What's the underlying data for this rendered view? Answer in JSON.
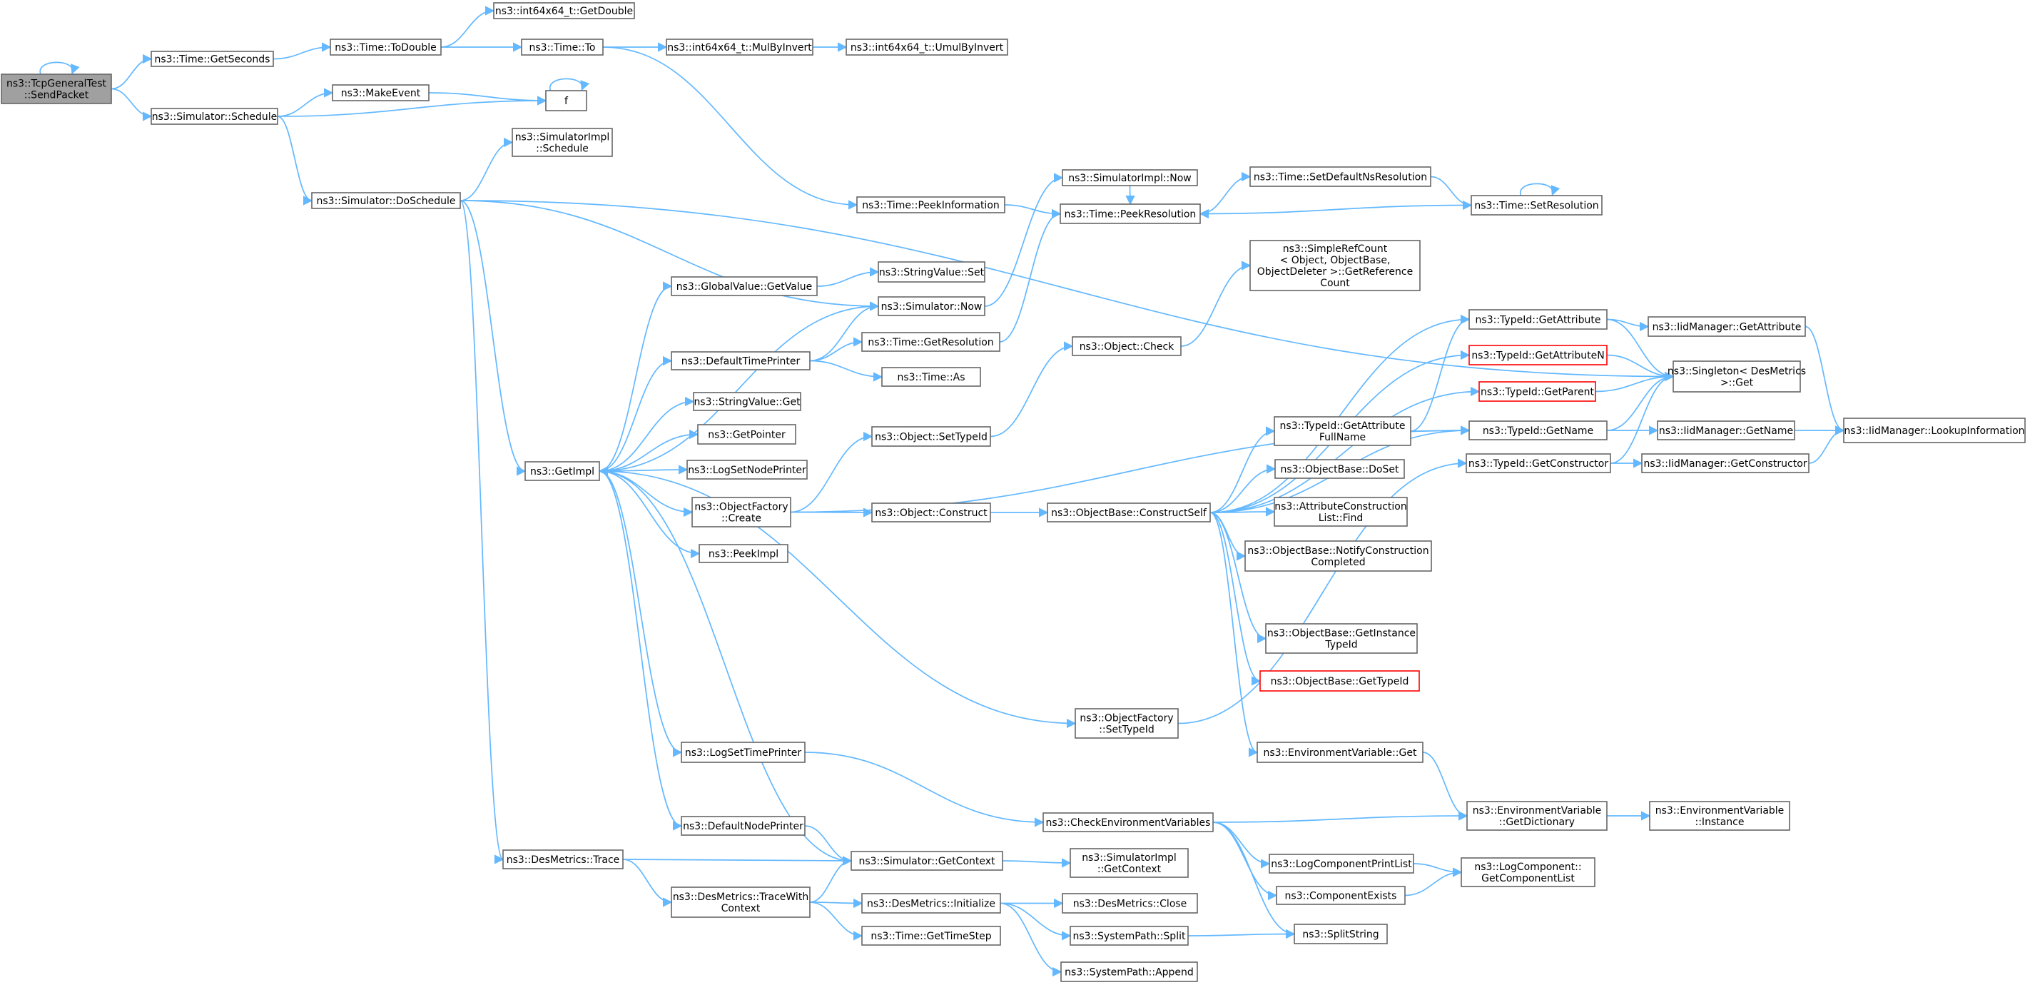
{
  "colors": {
    "edge": "#63b8ff",
    "node_border": "#666666",
    "root_fill": "#a0a0a0",
    "missing_border": "#ff0000"
  },
  "nodes": [
    {
      "id": "root",
      "lines": [
        "ns3::TcpGeneralTest",
        "::SendPacket"
      ],
      "style": "root"
    },
    {
      "id": "getseconds",
      "lines": [
        "ns3::Time::GetSeconds"
      ]
    },
    {
      "id": "schedule",
      "lines": [
        "ns3::Simulator::Schedule"
      ]
    },
    {
      "id": "todouble",
      "lines": [
        "ns3::Time::ToDouble"
      ]
    },
    {
      "id": "getdouble",
      "lines": [
        "ns3::int64x64_t::GetDouble"
      ]
    },
    {
      "id": "to",
      "lines": [
        "ns3::Time::To"
      ]
    },
    {
      "id": "mulbyinvert",
      "lines": [
        "ns3::int64x64_t::MulByInvert"
      ]
    },
    {
      "id": "umulbyinvert",
      "lines": [
        "ns3::int64x64_t::UmulByInvert"
      ]
    },
    {
      "id": "makeevent",
      "lines": [
        "ns3::MakeEvent"
      ]
    },
    {
      "id": "f",
      "lines": [
        "f"
      ]
    },
    {
      "id": "implschedule",
      "lines": [
        "ns3::SimulatorImpl",
        "::Schedule"
      ]
    },
    {
      "id": "doschedule",
      "lines": [
        "ns3::Simulator::DoSchedule"
      ]
    },
    {
      "id": "peekinfo",
      "lines": [
        "ns3::Time::PeekInformation"
      ]
    },
    {
      "id": "implnow",
      "lines": [
        "ns3::SimulatorImpl::Now"
      ]
    },
    {
      "id": "peekres",
      "lines": [
        "ns3::Time::PeekResolution"
      ]
    },
    {
      "id": "setdefaultns",
      "lines": [
        "ns3::Time::SetDefaultNsResolution"
      ]
    },
    {
      "id": "setres",
      "lines": [
        "ns3::Time::SetResolution"
      ]
    },
    {
      "id": "getrefcount",
      "lines": [
        "ns3::SimpleRefCount",
        "< Object, ObjectBase,",
        "ObjectDeleter >::GetReference",
        "Count"
      ]
    },
    {
      "id": "gvgetvalue",
      "lines": [
        "ns3::GlobalValue::GetValue"
      ]
    },
    {
      "id": "svset",
      "lines": [
        "ns3::StringValue::Set"
      ]
    },
    {
      "id": "simnow",
      "lines": [
        "ns3::Simulator::Now"
      ]
    },
    {
      "id": "dtp",
      "lines": [
        "ns3::DefaultTimePrinter"
      ]
    },
    {
      "id": "getresolution",
      "lines": [
        "ns3::Time::GetResolution"
      ]
    },
    {
      "id": "timeas",
      "lines": [
        "ns3::Time::As"
      ]
    },
    {
      "id": "objcheck",
      "lines": [
        "ns3::Object::Check"
      ]
    },
    {
      "id": "svget",
      "lines": [
        "ns3::StringValue::Get"
      ]
    },
    {
      "id": "getpointer",
      "lines": [
        "ns3::GetPointer"
      ]
    },
    {
      "id": "getimpl",
      "lines": [
        "ns3::GetImpl"
      ]
    },
    {
      "id": "lognodeprinter",
      "lines": [
        "ns3::LogSetNodePrinter"
      ]
    },
    {
      "id": "ofcreate",
      "lines": [
        "ns3::ObjectFactory",
        "::Create"
      ]
    },
    {
      "id": "peekimpl",
      "lines": [
        "ns3::PeekImpl"
      ]
    },
    {
      "id": "objsettypeid",
      "lines": [
        "ns3::Object::SetTypeId"
      ]
    },
    {
      "id": "objconstruct",
      "lines": [
        "ns3::Object::Construct"
      ]
    },
    {
      "id": "constructself",
      "lines": [
        "ns3::ObjectBase::ConstructSelf"
      ]
    },
    {
      "id": "tgetattribute",
      "lines": [
        "ns3::TypeId::GetAttribute"
      ]
    },
    {
      "id": "tgetattributen",
      "lines": [
        "ns3::TypeId::GetAttributeN"
      ],
      "style": "red"
    },
    {
      "id": "tgetparent",
      "lines": [
        "ns3::TypeId::GetParent"
      ],
      "style": "red"
    },
    {
      "id": "tgetattrfull",
      "lines": [
        "ns3::TypeId::GetAttribute",
        "FullName"
      ]
    },
    {
      "id": "tgetname",
      "lines": [
        "ns3::TypeId::GetName"
      ]
    },
    {
      "id": "tgetconstructor",
      "lines": [
        "ns3::TypeId::GetConstructor"
      ]
    },
    {
      "id": "iidgetattribute",
      "lines": [
        "ns3::IidManager::GetAttribute"
      ]
    },
    {
      "id": "singleton",
      "lines": [
        "ns3::Singleton< DesMetrics",
        ">::Get"
      ]
    },
    {
      "id": "iidgetname",
      "lines": [
        "ns3::IidManager::GetName"
      ]
    },
    {
      "id": "iidlookup",
      "lines": [
        "ns3::IidManager::LookupInformation"
      ]
    },
    {
      "id": "iidgetconstructor",
      "lines": [
        "ns3::IidManager::GetConstructor"
      ]
    },
    {
      "id": "obdoset",
      "lines": [
        "ns3::ObjectBase::DoSet"
      ]
    },
    {
      "id": "aclfind",
      "lines": [
        "ns3::AttributeConstruction",
        "List::Find"
      ]
    },
    {
      "id": "obnotify",
      "lines": [
        "ns3::ObjectBase::NotifyConstruction",
        "Completed"
      ]
    },
    {
      "id": "obgetinstance",
      "lines": [
        "ns3::ObjectBase::GetInstance",
        "TypeId"
      ]
    },
    {
      "id": "obgettypeid",
      "lines": [
        "ns3::ObjectBase::GetTypeId"
      ],
      "style": "red"
    },
    {
      "id": "ofsettypeid",
      "lines": [
        "ns3::ObjectFactory",
        "::SetTypeId"
      ]
    },
    {
      "id": "envget",
      "lines": [
        "ns3::EnvironmentVariable::Get"
      ]
    },
    {
      "id": "logsettimeprinter",
      "lines": [
        "ns3::LogSetTimePrinter"
      ]
    },
    {
      "id": "checkenv",
      "lines": [
        "ns3::CheckEnvironmentVariables"
      ]
    },
    {
      "id": "envdict",
      "lines": [
        "ns3::EnvironmentVariable",
        "::GetDictionary"
      ]
    },
    {
      "id": "envinstance",
      "lines": [
        "ns3::EnvironmentVariable",
        "::Instance"
      ]
    },
    {
      "id": "dnp",
      "lines": [
        "ns3::DefaultNodePrinter"
      ]
    },
    {
      "id": "dmtrace",
      "lines": [
        "ns3::DesMetrics::Trace"
      ]
    },
    {
      "id": "getcontext",
      "lines": [
        "ns3::Simulator::GetContext"
      ]
    },
    {
      "id": "implgetcontext",
      "lines": [
        "ns3::SimulatorImpl",
        "::GetContext"
      ]
    },
    {
      "id": "lcpl",
      "lines": [
        "ns3::LogComponentPrintList"
      ]
    },
    {
      "id": "lcgetlist",
      "lines": [
        "ns3::LogComponent::",
        "GetComponentList"
      ]
    },
    {
      "id": "compexists",
      "lines": [
        "ns3::ComponentExists"
      ]
    },
    {
      "id": "dmtracewith",
      "lines": [
        "ns3::DesMetrics::TraceWith",
        "Context"
      ]
    },
    {
      "id": "dminit",
      "lines": [
        "ns3::DesMetrics::Initialize"
      ]
    },
    {
      "id": "dmclose",
      "lines": [
        "ns3::DesMetrics::Close"
      ]
    },
    {
      "id": "gettimestep",
      "lines": [
        "ns3::Time::GetTimeStep"
      ]
    },
    {
      "id": "spsplit",
      "lines": [
        "ns3::SystemPath::Split"
      ]
    },
    {
      "id": "splitstring",
      "lines": [
        "ns3::SplitString"
      ]
    },
    {
      "id": "spappend",
      "lines": [
        "ns3::SystemPath::Append"
      ]
    }
  ],
  "edges": [
    [
      "root",
      "root"
    ],
    [
      "root",
      "getseconds"
    ],
    [
      "root",
      "schedule"
    ],
    [
      "getseconds",
      "todouble"
    ],
    [
      "todouble",
      "getdouble"
    ],
    [
      "todouble",
      "to"
    ],
    [
      "to",
      "mulbyinvert"
    ],
    [
      "mulbyinvert",
      "umulbyinvert"
    ],
    [
      "to",
      "peekinfo"
    ],
    [
      "schedule",
      "makeevent"
    ],
    [
      "schedule",
      "f"
    ],
    [
      "makeevent",
      "f"
    ],
    [
      "f",
      "f"
    ],
    [
      "schedule",
      "doschedule"
    ],
    [
      "doschedule",
      "implschedule"
    ],
    [
      "doschedule",
      "singleton"
    ],
    [
      "doschedule",
      "simnow"
    ],
    [
      "doschedule",
      "getimpl"
    ],
    [
      "doschedule",
      "dmtrace"
    ],
    [
      "peekinfo",
      "peekres"
    ],
    [
      "implnow",
      "peekres"
    ],
    [
      "setdefaultns",
      "setres"
    ],
    [
      "setres",
      "peekres"
    ],
    [
      "setres",
      "setres"
    ],
    [
      "peekres",
      "setdefaultns"
    ],
    [
      "gvgetvalue",
      "svset"
    ],
    [
      "simnow",
      "implnow"
    ],
    [
      "simnow",
      "getimpl"
    ],
    [
      "dtp",
      "simnow"
    ],
    [
      "dtp",
      "getresolution"
    ],
    [
      "dtp",
      "timeas"
    ],
    [
      "getresolution",
      "peekres"
    ],
    [
      "getimpl",
      "gvgetvalue"
    ],
    [
      "getimpl",
      "dtp"
    ],
    [
      "getimpl",
      "svget"
    ],
    [
      "getimpl",
      "getpointer"
    ],
    [
      "getimpl",
      "lognodeprinter"
    ],
    [
      "getimpl",
      "ofcreate"
    ],
    [
      "getimpl",
      "peekimpl"
    ],
    [
      "getimpl",
      "logsettimeprinter"
    ],
    [
      "getimpl",
      "dnp"
    ],
    [
      "getimpl",
      "ofsettypeid"
    ],
    [
      "ofcreate",
      "objsettypeid"
    ],
    [
      "ofcreate",
      "objconstruct"
    ],
    [
      "ofcreate",
      "tgetname"
    ],
    [
      "objsettypeid",
      "objcheck"
    ],
    [
      "objcheck",
      "getrefcount"
    ],
    [
      "objconstruct",
      "constructself"
    ],
    [
      "constructself",
      "tgetattribute"
    ],
    [
      "constructself",
      "tgetattributen"
    ],
    [
      "constructself",
      "tgetparent"
    ],
    [
      "constructself",
      "tgetattrfull"
    ],
    [
      "constructself",
      "tgetname"
    ],
    [
      "constructself",
      "obdoset"
    ],
    [
      "constructself",
      "aclfind"
    ],
    [
      "constructself",
      "obnotify"
    ],
    [
      "constructself",
      "obgetinstance"
    ],
    [
      "constructself",
      "obgettypeid"
    ],
    [
      "constructself",
      "envget"
    ],
    [
      "tgetattribute",
      "iidgetattribute"
    ],
    [
      "tgetattribute",
      "singleton"
    ],
    [
      "tgetattributen",
      "singleton"
    ],
    [
      "tgetparent",
      "singleton"
    ],
    [
      "tgetattrfull",
      "tgetattribute"
    ],
    [
      "tgetattrfull",
      "tgetname"
    ],
    [
      "tgetname",
      "iidgetname"
    ],
    [
      "tgetname",
      "singleton"
    ],
    [
      "tgetconstructor",
      "iidgetconstructor"
    ],
    [
      "tgetconstructor",
      "singleton"
    ],
    [
      "iidgetattribute",
      "iidlookup"
    ],
    [
      "iidgetname",
      "iidlookup"
    ],
    [
      "iidgetconstructor",
      "iidlookup"
    ],
    [
      "ofsettypeid",
      "tgetconstructor"
    ],
    [
      "envget",
      "envdict"
    ],
    [
      "logsettimeprinter",
      "checkenv"
    ],
    [
      "checkenv",
      "envdict"
    ],
    [
      "checkenv",
      "lcpl"
    ],
    [
      "checkenv",
      "compexists"
    ],
    [
      "checkenv",
      "splitstring"
    ],
    [
      "envdict",
      "envinstance"
    ],
    [
      "dnp",
      "getcontext"
    ],
    [
      "getcontext",
      "getimpl"
    ],
    [
      "getcontext",
      "implgetcontext"
    ],
    [
      "dmtrace",
      "getcontext"
    ],
    [
      "dmtrace",
      "dmtracewith"
    ],
    [
      "dmtracewith",
      "getcontext"
    ],
    [
      "dmtracewith",
      "dminit"
    ],
    [
      "dmtracewith",
      "gettimestep"
    ],
    [
      "dminit",
      "dmclose"
    ],
    [
      "dminit",
      "spsplit"
    ],
    [
      "dminit",
      "spappend"
    ],
    [
      "spsplit",
      "splitstring"
    ],
    [
      "lcpl",
      "lcgetlist"
    ],
    [
      "compexists",
      "lcgetlist"
    ]
  ]
}
